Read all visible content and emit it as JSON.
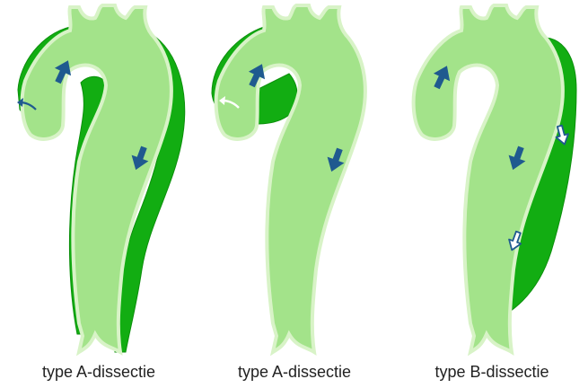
{
  "colors": {
    "aorta_fill": "#a3e38a",
    "aorta_edge": "#d8f3c7",
    "false_lumen": "#12ad12",
    "false_lumen_edge": "#0c8f0c",
    "arrow": "#1f5a8f"
  },
  "panels": [
    {
      "caption": "type A-dissectie",
      "false_lumen": "ascending-arch-descending"
    },
    {
      "caption": "type A-dissectie",
      "false_lumen": "ascending-only"
    },
    {
      "caption": "type B-dissectie",
      "false_lumen": "descending-only"
    }
  ],
  "icons": [
    "flow-arrow-icon",
    "tear-flow-icon",
    "hollow-flow-arrow-icon"
  ]
}
